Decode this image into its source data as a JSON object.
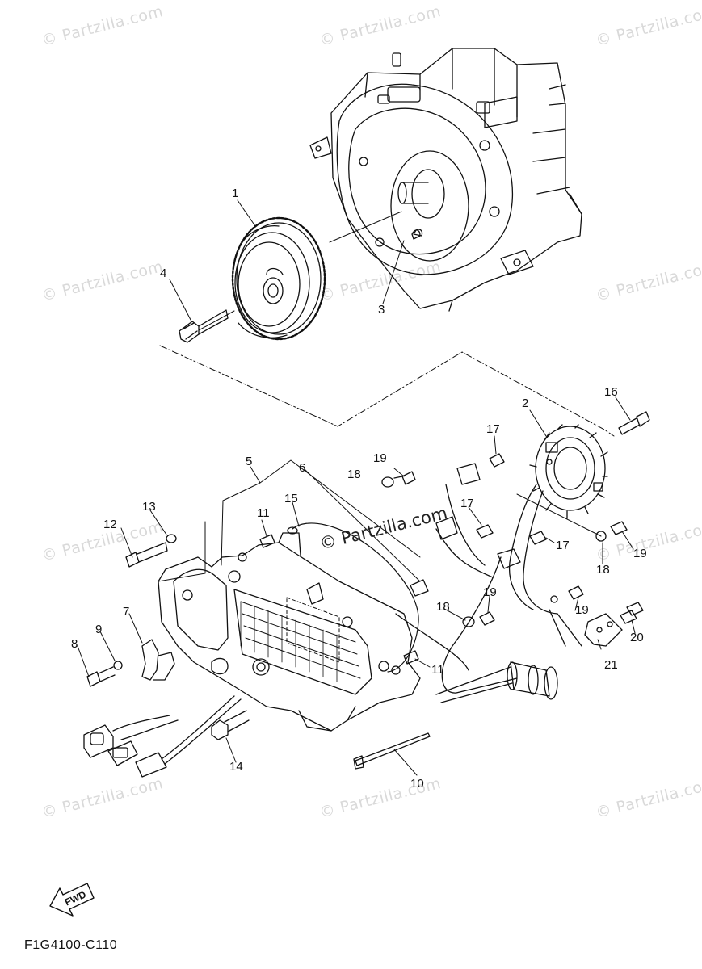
{
  "watermark": "© Partzilla.com",
  "center_watermark": "© Partzilla.com",
  "diagram_code": "F1G4100-C110",
  "fwd_label": "FWD",
  "callouts": [
    "1",
    "2",
    "3",
    "4",
    "5",
    "6",
    "7",
    "8",
    "9",
    "10",
    "11",
    "11",
    "12",
    "13",
    "14",
    "15",
    "16",
    "17",
    "17",
    "17",
    "18",
    "18",
    "18",
    "19",
    "19",
    "19",
    "19",
    "20",
    "21"
  ]
}
